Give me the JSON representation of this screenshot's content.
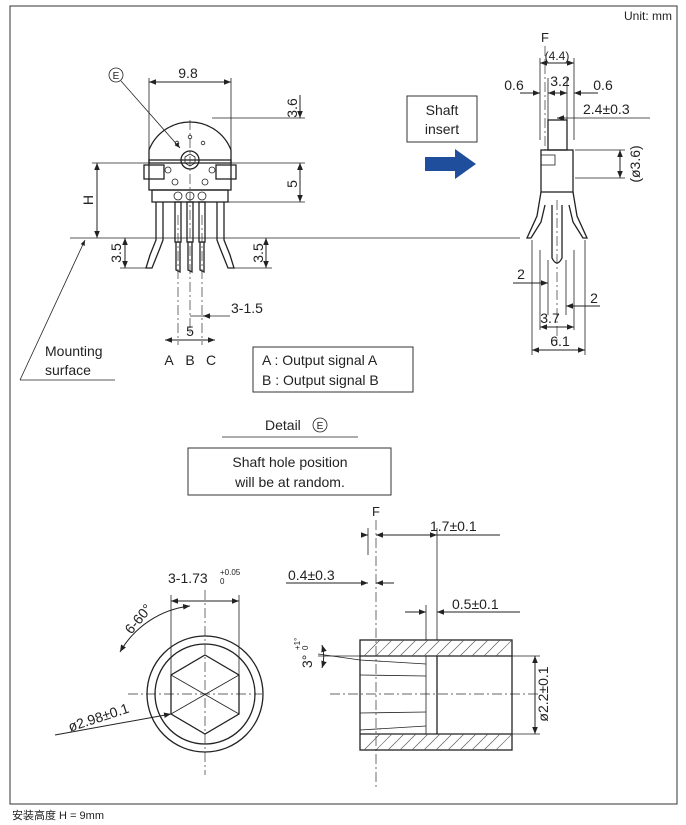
{
  "unit_label": "Unit: mm",
  "footer_note": "安装高度 H = 9mm",
  "front_view": {
    "detail_mark": "E",
    "width_dim": "9.8",
    "top_dim": "3.6",
    "mid_dim": "5",
    "height_label": "H",
    "left_pin_dim": "3.5",
    "right_pin_dim": "3.5",
    "pin_spacing": "3-1.5",
    "pin_pitch_total": "5",
    "pin_labels": [
      "A",
      "B",
      "C"
    ],
    "mounting_label_line1": "Mounting",
    "mounting_label_line2": "surface"
  },
  "legend": {
    "a": "A : Output signal A",
    "b": "B : Output signal B"
  },
  "shaft_insert": {
    "line1": "Shaft",
    "line2": "insert",
    "arrow_color": "#1f4e9c"
  },
  "side_view": {
    "f_label": "F",
    "d_4_4": "(4.4)",
    "d_0_6_left": "0.6",
    "d_3_2": "3.2",
    "d_0_6_right": "0.6",
    "d_2_4": "2.4±0.3",
    "d_3_6": "(ø3.6)",
    "d_2_left": "2",
    "d_2_right": "2",
    "d_3_7": "3.7",
    "d_6_1": "6.1"
  },
  "detail": {
    "title": "Detail",
    "mark": "E",
    "note_line1": "Shaft hole position",
    "note_line2": "will be at random."
  },
  "hole_view": {
    "hole_dim_main": "3-1.73",
    "hole_dim_tol_upper": "+0.05",
    "hole_dim_tol_lower": "0",
    "angle_dim": "6-60°",
    "diameter_dim": "ø2.98±0.1"
  },
  "section_view": {
    "f_label": "F",
    "d_1_7": "1.7±0.1",
    "d_0_4": "0.4±0.3",
    "d_0_5": "0.5±0.1",
    "angle_main": "3°",
    "angle_tol_upper": "+1°",
    "angle_tol_lower": "0",
    "d_2_2": "ø2.2±0.1"
  }
}
